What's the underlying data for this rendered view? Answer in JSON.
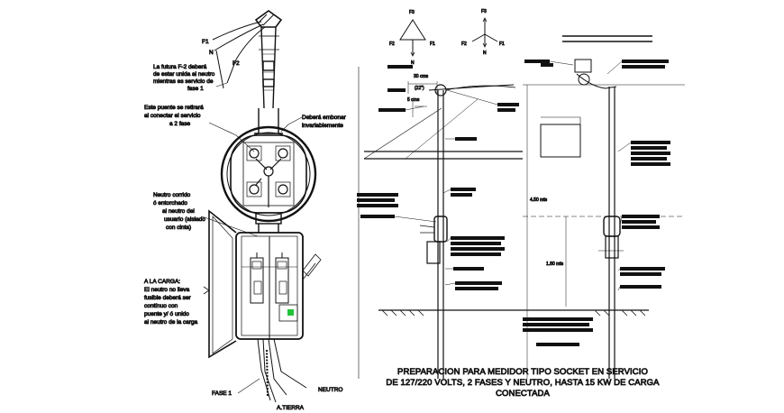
{
  "left_detail": {
    "phase_labels": {
      "f1": "F1",
      "n": "N",
      "f2": "F2"
    },
    "notes": {
      "future_f2": [
        "La futura F-2 deberá",
        "de estar unida al neutro",
        "mientras es servicio de",
        "fase 1"
      ],
      "bridge": [
        "Este puente se retirará",
        "al conectar el servicio",
        "a 2 fase"
      ],
      "embed": [
        "Deberá embonar",
        "invariablemente"
      ],
      "neutral": [
        "Neutro corrido",
        "ó entorchado",
        "al neutro del",
        "usuario (aislado",
        "con cinta)"
      ],
      "load_title": "A LA CARGA:",
      "load_body": [
        "El neutro no lleva",
        "fusible deberá ser",
        "contínuo con",
        "puente y/ ó unido",
        "al neutro de la carga"
      ]
    },
    "bottom_labels": {
      "fase1": "FASE 1",
      "tierra": "A.TIERRA",
      "neutro": "NEUTRO"
    }
  },
  "right_detail": {
    "vectors_1": {
      "top": "F3",
      "left": "F2",
      "right": "F1",
      "bottom": "N"
    },
    "vectors_2": {
      "top": "F3",
      "left": "F2",
      "right": "F1",
      "bottom": "N"
    },
    "dims": {
      "d30": "30 cms",
      "d22": "(22\")",
      "d5": "5 cms",
      "h450": "4.50 mts",
      "h180": "1.80 mts"
    },
    "caption": [
      "PREPARACION PARA MEDIDOR TIPO SOCKET EN SERVICIO",
      "DE 127/220 VOLTS, 2 FASES Y NEUTRO, HASTA 15 KW DE CARGA",
      "CONECTADA"
    ]
  },
  "colors": {
    "ink": "#111111",
    "indicator": "#22c33a",
    "background": "#ffffff"
  }
}
